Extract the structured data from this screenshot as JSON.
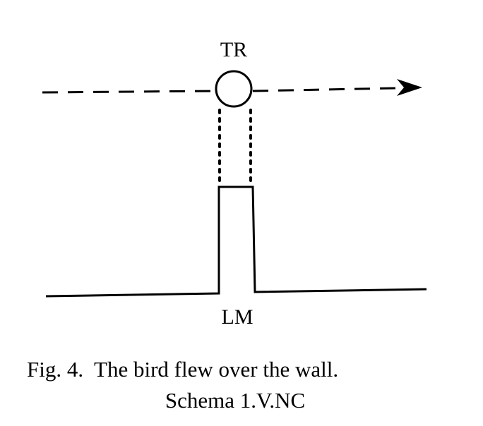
{
  "diagram": {
    "trajector_label": "TR",
    "landmark_label": "LM",
    "caption_line1": "Fig. 4.  The bird flew over the wall.",
    "caption_line2": "Schema 1.V.NC",
    "line_color": "#000000",
    "background_color": "#ffffff"
  }
}
